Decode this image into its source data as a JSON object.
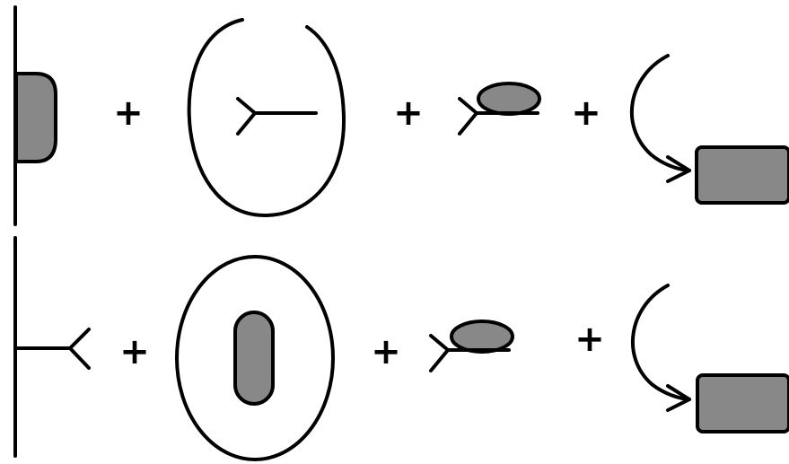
{
  "colors": {
    "background": "#ffffff",
    "line": "#000000",
    "shape_fill": "#888888"
  },
  "rows": [
    {
      "operators": [
        "+",
        "+",
        "+"
      ],
      "components": [
        "membrane-with-bound-blob",
        "open-loop-containing-y-antibody",
        "y-antibody-with-blob",
        "curved-arrow-to-rectangle"
      ]
    },
    {
      "operators": [
        "+",
        "+",
        "+"
      ],
      "components": [
        "membrane-with-bound-y-antibody",
        "closed-loop-containing-blob",
        "y-antibody-with-blob",
        "curved-arrow-to-rectangle"
      ]
    }
  ]
}
